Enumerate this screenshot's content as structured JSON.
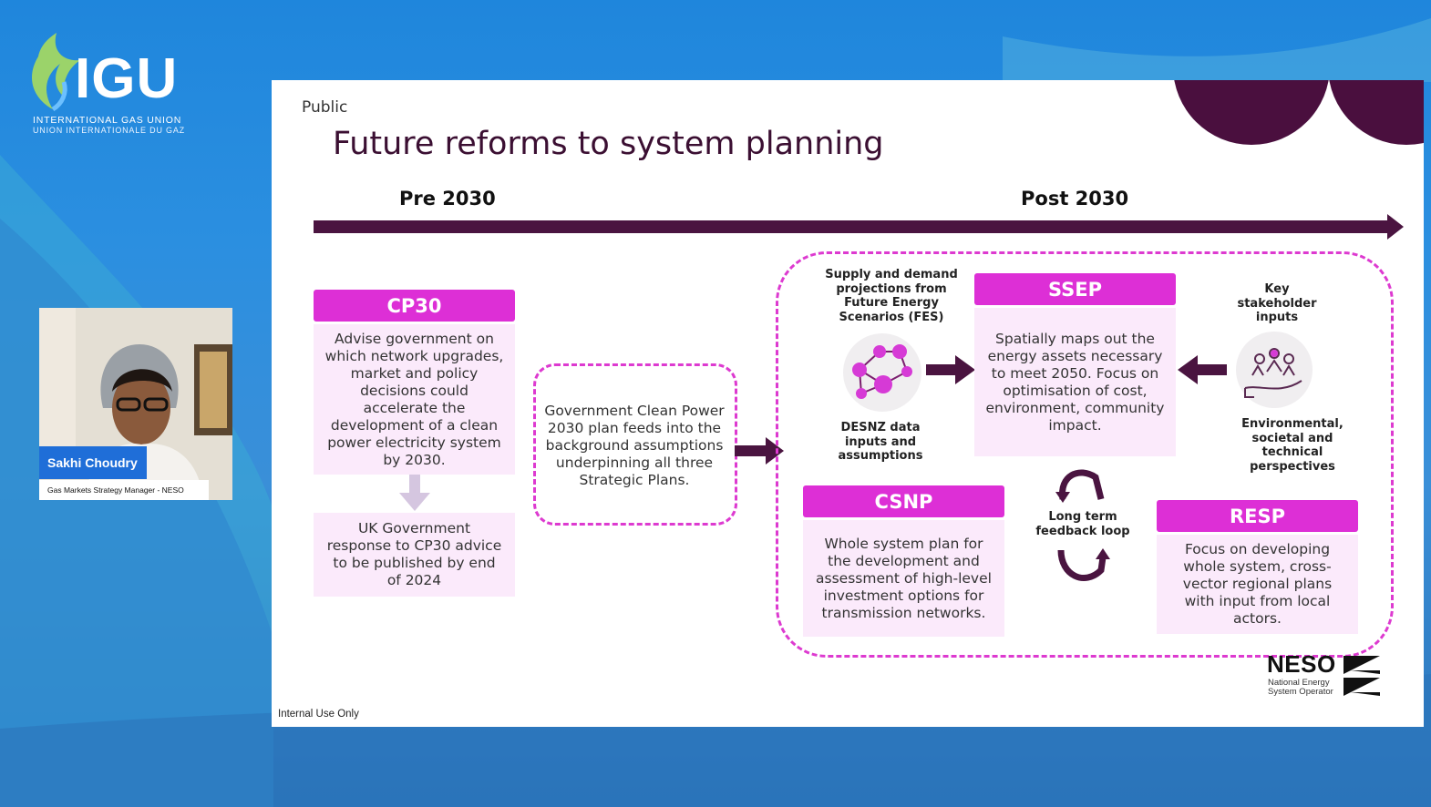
{
  "background": {
    "accent": "#2b8fe0"
  },
  "igu": {
    "name": "IGU",
    "line1": "INTERNATIONAL GAS UNION",
    "line2": "UNION INTERNATIONALE DU GAZ"
  },
  "speaker": {
    "name": "Sakhi Choudry",
    "role": "Gas Markets Strategy Manager - NESO"
  },
  "slide": {
    "tag": "Public",
    "title": "Future reforms to system planning",
    "pre_label": "Pre 2030",
    "post_label": "Post 2030",
    "cp30": {
      "title": "CP30",
      "body": "Advise government on which network upgrades, market and policy decisions could accelerate the development of a clean power electricity system by 2030."
    },
    "uk_response": "UK Government response to CP30 advice to be published by end of 2024",
    "gov_plan": "Government Clean Power 2030 plan feeds into the background assumptions underpinning all three Strategic Plans.",
    "fes_caption": "Supply and demand projections from Future Energy Scenarios (FES)",
    "desnz_caption": "DESNZ data inputs and assumptions",
    "ssep": {
      "title": "SSEP",
      "body": "Spatially maps out the energy assets necessary to meet 2050. Focus on optimisation of cost, environment, community impact."
    },
    "stakeholder_caption": "Key stakeholder inputs",
    "env_caption": "Environmental, societal and technical perspectives",
    "csnp": {
      "title": "CSNP",
      "body": "Whole system plan for the development and assessment of high-level investment options for transmission networks."
    },
    "feedback_caption": "Long term feedback loop",
    "resp": {
      "title": "RESP",
      "body": "Focus on developing whole system, cross-vector regional plans with input from local actors."
    },
    "footer": "Internal Use Only",
    "neso": {
      "word": "NESO",
      "line1": "National Energy",
      "line2": "System Operator"
    },
    "colors": {
      "magenta": "#dd2fd6",
      "plum": "#4a1440",
      "light_pink": "#fbeafb"
    }
  }
}
